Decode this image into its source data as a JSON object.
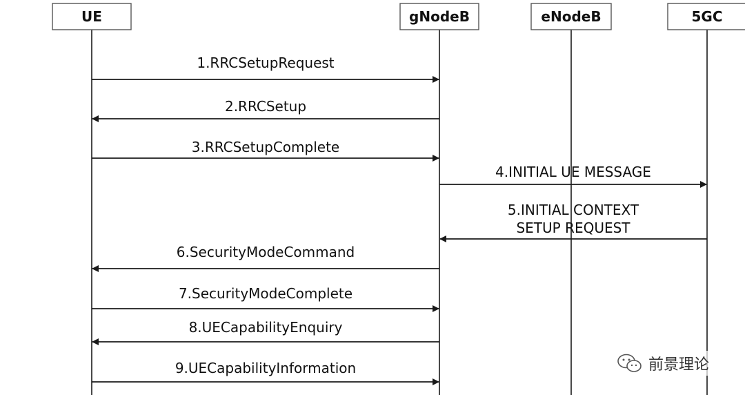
{
  "entities": [
    {
      "id": "ue",
      "label": "UE"
    },
    {
      "id": "gnb",
      "label": "gNodeB"
    },
    {
      "id": "enb",
      "label": "eNodeB"
    },
    {
      "id": "core",
      "label": "5GC"
    }
  ],
  "messages": [
    {
      "from": "ue",
      "to": "gnb",
      "lines": [
        "1.RRCSetupRequest"
      ]
    },
    {
      "from": "gnb",
      "to": "ue",
      "lines": [
        "2.RRCSetup"
      ]
    },
    {
      "from": "ue",
      "to": "gnb",
      "lines": [
        "3.RRCSetupComplete"
      ]
    },
    {
      "from": "gnb",
      "to": "core",
      "lines": [
        "4.INITIAL UE MESSAGE"
      ]
    },
    {
      "from": "core",
      "to": "gnb",
      "lines": [
        "5.INITIAL CONTEXT",
        "SETUP REQUEST"
      ]
    },
    {
      "from": "gnb",
      "to": "ue",
      "lines": [
        "6.SecurityModeCommand"
      ]
    },
    {
      "from": "ue",
      "to": "gnb",
      "lines": [
        "7.SecurityModeComplete"
      ]
    },
    {
      "from": "gnb",
      "to": "ue",
      "lines": [
        "8.UECapabilityEnquiry"
      ]
    },
    {
      "from": "ue",
      "to": "gnb",
      "lines": [
        "9.UECapabilityInformation"
      ]
    }
  ],
  "watermark": {
    "text": "前景理论",
    "icon": "wechat-icon"
  },
  "colors": {
    "line": "#1a1a1a",
    "box_border": "#555555",
    "text": "#111111"
  }
}
